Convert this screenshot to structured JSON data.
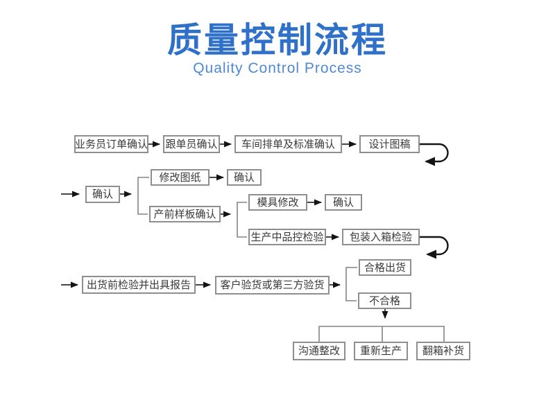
{
  "header": {
    "title": "质量控制流程",
    "subtitle": "Quality Control Process"
  },
  "colors": {
    "title_blue": "#2F70C8",
    "subtitle_blue": "#5088D8",
    "box_border_gray": "#8E8E8E",
    "box_text": "#3A3A3A",
    "line_dark": "#2B2B2B",
    "elbow_gray": "#848484",
    "background": "#FFFFFF"
  },
  "nodes": {
    "salesman_order_confirm": "业务员订单确认",
    "merchandiser_confirm": "跟单员确认",
    "workshop_scheduling_confirm": "车间排单及标准确认",
    "design_draft": "设计图稿",
    "confirm_a": "确认",
    "revise_drawing": "修改图纸",
    "confirm_b": "确认",
    "pre_production_sample_confirm": "产前样板确认",
    "mold_modification": "模具修改",
    "confirm_c": "确认",
    "in_production_qc_inspection": "生产中品控检验",
    "packing_in_box_inspection": "包装入箱检验",
    "pre_shipment_inspection_report": "出货前检验并出具报告",
    "customer_or_third_party_inspection": "客户验货或第三方验货",
    "qualified_shipment": "合格出货",
    "unqualified": "不合格",
    "communication_rectification": "沟通整改",
    "re_production": "重新生产",
    "unpack_replenish": "翻箱补货"
  }
}
